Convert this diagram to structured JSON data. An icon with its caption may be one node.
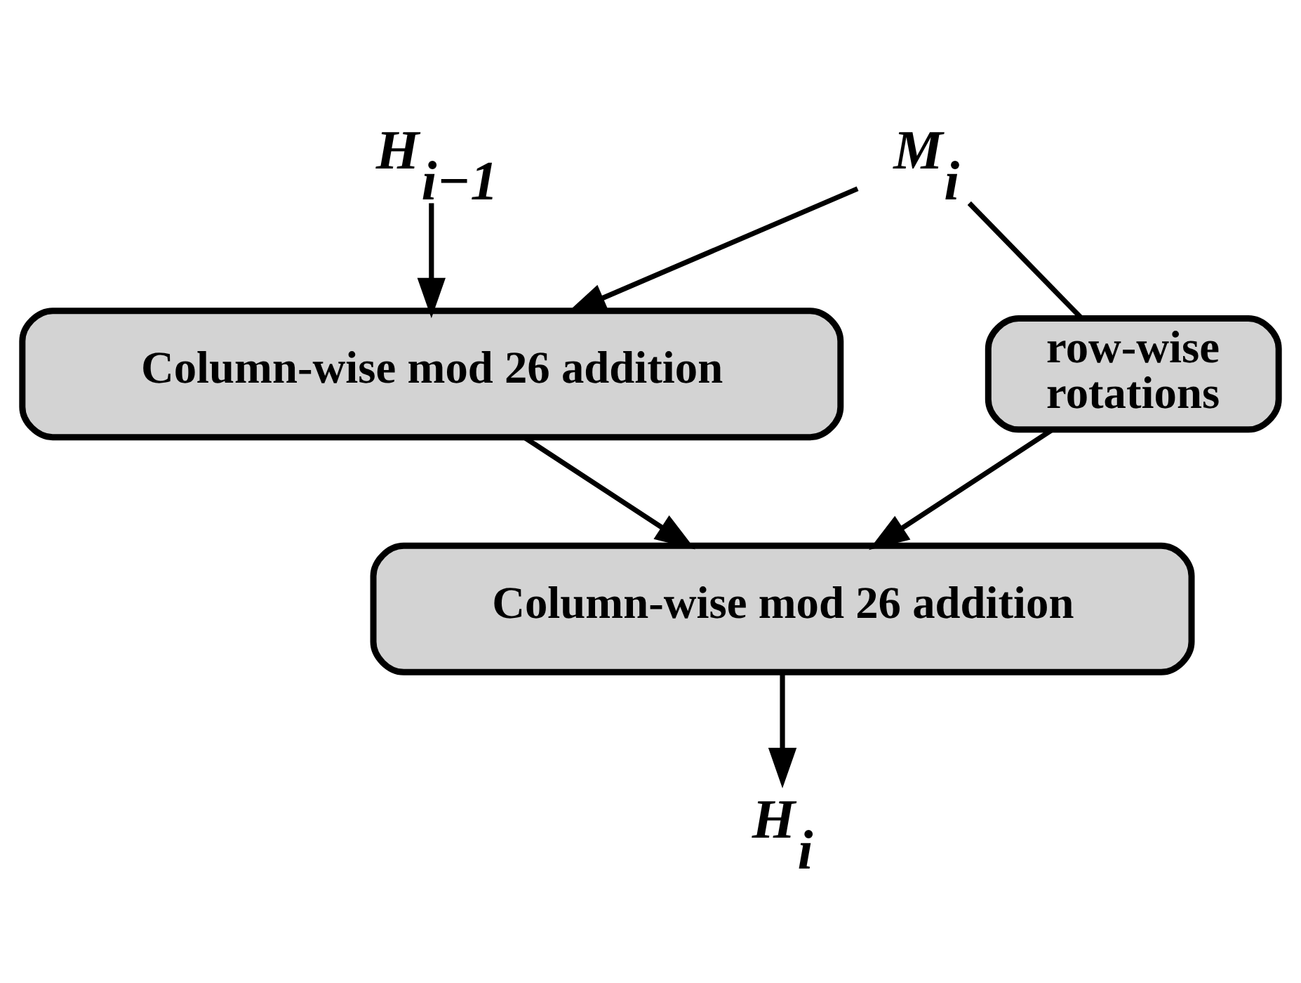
{
  "diagram": {
    "nodes": [
      {
        "text": [
          "M$_{i}$"
        ]
      },
      {
        "text": [
          "H$_{i−1}$"
        ]
      },
      {
        "text": [
          "Column-wise mod 26 addition"
        ]
      },
      {
        "text": [
          "row-wise rotations"
        ]
      },
      {
        "text": [
          "Column-wise mod 26 addition"
        ]
      },
      {
        "text": [
          "H$_{i}$"
        ]
      }
    ],
    "edges": [
      {
        "from": 0,
        "to": 2,
        "arrow": "to"
      },
      {
        "from": 0,
        "to": 3,
        "arrow": "none"
      },
      {
        "from": 3,
        "to": 4,
        "arrow": "to"
      },
      {
        "from": 1,
        "to": 2,
        "arrow": "to"
      },
      {
        "from": 2,
        "to": 4,
        "arrow": "to"
      },
      {
        "from": 4,
        "to": 5,
        "arrow": "to"
      }
    ]
  }
}
